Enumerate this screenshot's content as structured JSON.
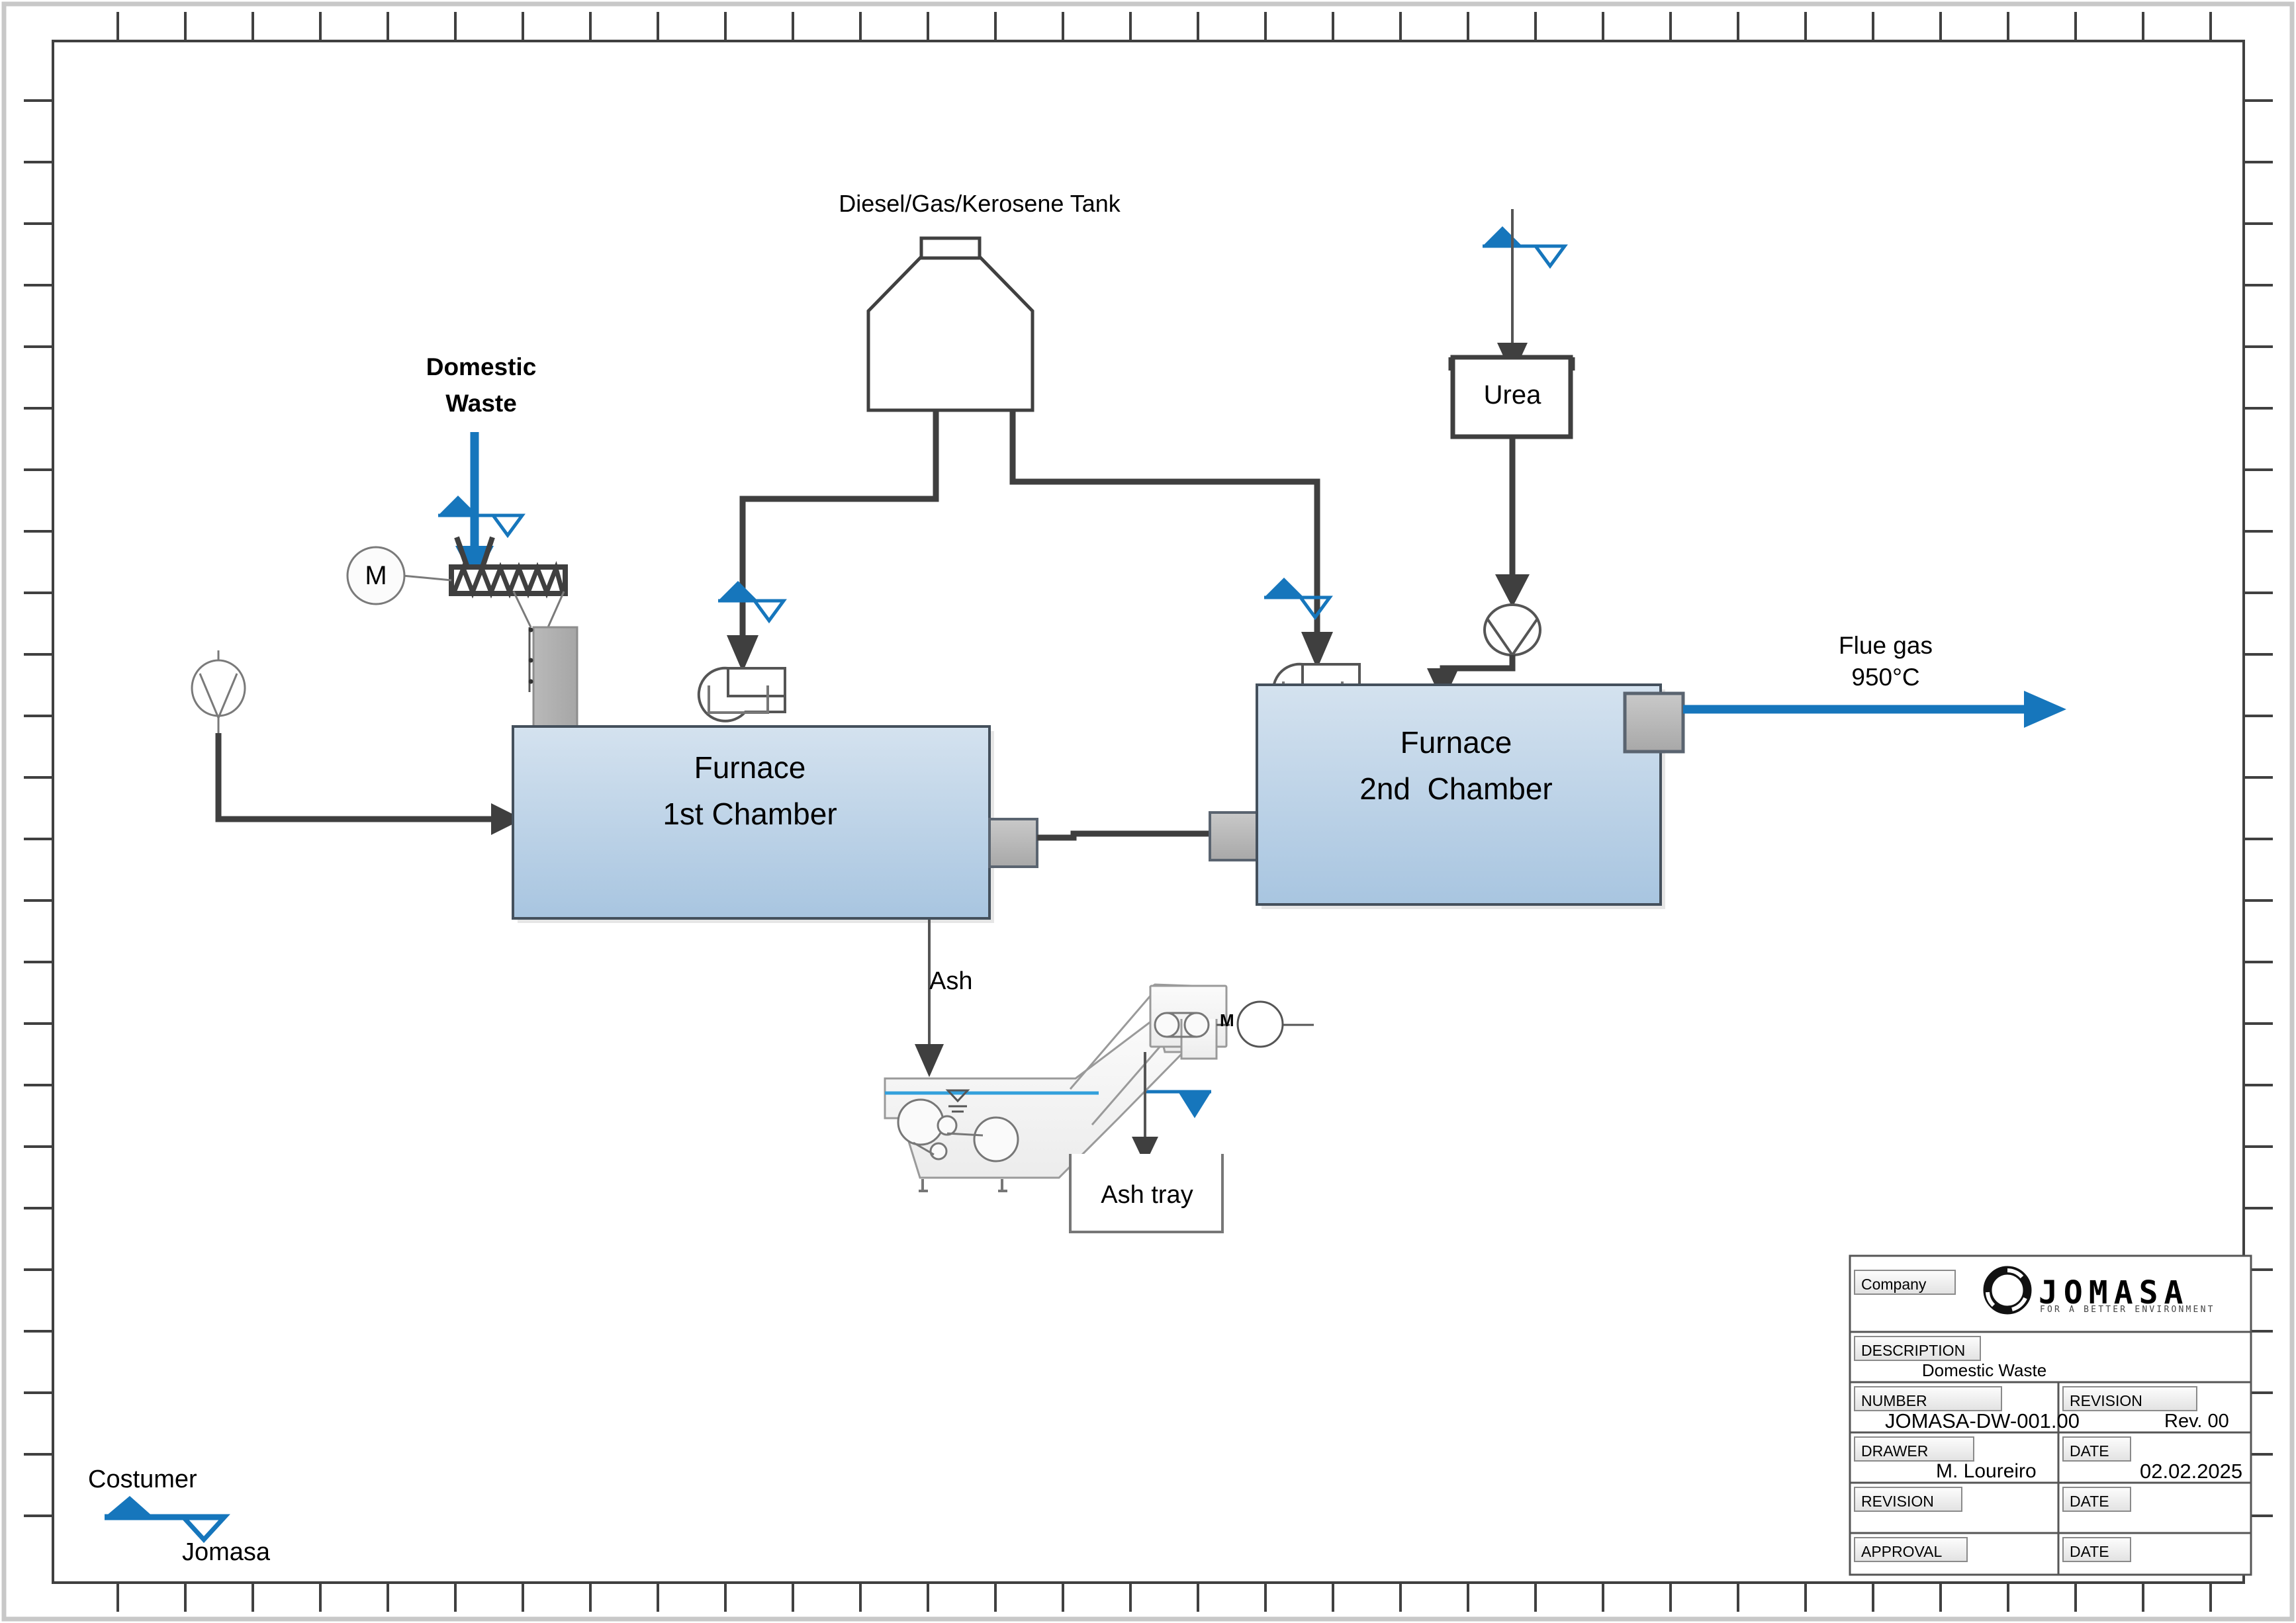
{
  "drawing": {
    "frame": {
      "tick_count_top": 22,
      "tick_count_side": 13
    }
  },
  "labels": {
    "fuel_tank": "Diesel/Gas/Kerosene Tank",
    "domestic_waste": "Domestic Waste",
    "domestic_waste_l1": "Domestic",
    "domestic_waste_l2": "Waste",
    "urea": "Urea",
    "furnace1_l1": "Furnace",
    "furnace1_l2": "1st Chamber",
    "furnace2_l1": "Furnace",
    "furnace2_l2": "2nd  Chamber",
    "flue_gas_l1": "Flue gas",
    "flue_gas_l2": "950°C",
    "ash": "Ash",
    "ash_tray": "Ash tray",
    "motor_feeder": "M",
    "motor_conveyor": "M"
  },
  "legend": {
    "customer": "Costumer",
    "supplier": "Jomasa"
  },
  "title_block": {
    "company_tag": "Company",
    "company_value": "",
    "logo_text": "JOMASA",
    "logo_tagline": "FOR A BETTER ENVIRONMENT",
    "description_tag": "DESCRIPTION",
    "description_value": "Domestic Waste",
    "number_tag": "NUMBER",
    "number_value": "JOMASA-DW-001.00",
    "revision_tag": "REVISION",
    "revision_value": "Rev. 00",
    "drawer_tag": "DRAWER",
    "drawer_value": "M. Loureiro",
    "date_tag": "DATE",
    "date_value": "02.02.2025",
    "revision2_tag": "REVISION",
    "revision2_value": "",
    "date2_tag": "DATE",
    "date2_value": "",
    "approval_tag": "APPROVAL",
    "approval_value": "",
    "date3_tag": "DATE",
    "date3_value": ""
  },
  "colors": {
    "accent_blue": "#1676bc",
    "furnace_fill_top": "#cfdeed",
    "furnace_fill_bottom": "#a9c6e0",
    "port_gray": "#b3b3b3",
    "line_dark": "#3f3f3f",
    "frame": "#404040",
    "water_blue": "#33a0dc"
  },
  "icons": {
    "feeder": "screw-conveyor-icon",
    "motor": "motor-icon",
    "blower": "blower-icon",
    "pump": "pump-icon",
    "battery_limit": "battery-limit-flag-icon",
    "water_level": "water-level-icon"
  }
}
